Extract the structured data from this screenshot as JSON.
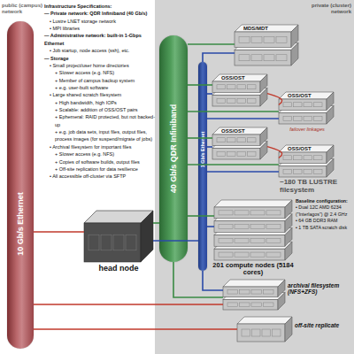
{
  "diagram": {
    "nodes": [
      {
        "text": [
          "public (campus) network"
        ]
      },
      {
        "text": [
          "10 Gb/s Ethernet"
        ],
        "in": 0
      },
      {
        "text": [
          "head node"
        ],
        "in": 0
      },
      {
        "text": [
          "private (cluster) network"
        ]
      },
      {
        "text": [
          "40 Gb/s QDR Infiniband"
        ],
        "in": 3
      },
      {
        "text": [
          "1 Gb/s Ethernet"
        ],
        "in": 3
      },
      {
        "text": [
          "MDS/MDT"
        ],
        "in": 3
      },
      {
        "text": [
          "OSS/OST"
        ],
        "in": 3
      },
      {
        "text": [
          "OSS/OST"
        ],
        "in": 3
      },
      {
        "text": [
          "OSS/OST"
        ],
        "in": 3
      },
      {
        "text": [
          "OSS/OST"
        ],
        "in": 3
      },
      {
        "text": [
          "201 compute nodes (5184 cores)"
        ],
        "in": 3
      },
      {
        "text": [
          "archival filesystem (NFS+ZFS)"
        ],
        "in": 3
      },
      {
        "text": [
          "off-site replicate"
        ],
        "in": 3
      }
    ],
    "edges": [
      {
        "from": 2,
        "to": 1,
        "arrow": "none"
      },
      {
        "from": 2,
        "to": 4,
        "arrow": "none"
      },
      {
        "from": 2,
        "to": 5,
        "arrow": "none"
      },
      {
        "from": 6,
        "to": 4,
        "arrow": "none"
      },
      {
        "from": 6,
        "to": 5,
        "arrow": "none"
      },
      {
        "from": 7,
        "to": 4,
        "arrow": "none"
      },
      {
        "from": 7,
        "to": 5,
        "arrow": "none"
      },
      {
        "from": 8,
        "to": 4,
        "arrow": "none"
      },
      {
        "from": 8,
        "to": 5,
        "arrow": "none"
      },
      {
        "from": 9,
        "to": 4,
        "arrow": "none"
      },
      {
        "from": 9,
        "to": 5,
        "arrow": "none"
      },
      {
        "from": 10,
        "to": 4,
        "arrow": "none"
      },
      {
        "from": 10,
        "to": 5,
        "arrow": "none"
      },
      {
        "from": 11,
        "to": 4,
        "arrow": "none"
      },
      {
        "from": 11,
        "to": 5,
        "arrow": "none"
      },
      {
        "from": 12,
        "to": 1,
        "arrow": "none"
      },
      {
        "from": 12,
        "to": 4,
        "arrow": "none"
      },
      {
        "from": 12,
        "to": 5,
        "arrow": "none"
      },
      {
        "from": 13,
        "to": 1,
        "arrow": "none"
      },
      {
        "from": 7,
        "to": 8,
        "label": "failover linkages",
        "arrow": "none"
      },
      {
        "from": 9,
        "to": 10,
        "arrow": "none"
      }
    ],
    "labels": [
      "Infrastructure Specifications:",
      "— Private network: QDR Infiniband (40 Gb/s)",
      "• Lustre LNET storage network",
      "• MPI libraries",
      "— Administrative network: built-in 1-Gbps Ethernet",
      "• Job startup, node access (ssh), etc.",
      "— Storage",
      "• Small project/user home directories",
      "+ Slower access (e.g. NFS)",
      "+ Member of campus backup system",
      "+ e.g. user-built software",
      "• Large shared scratch filesystem",
      "+ High bandwidth, high IOPs",
      "+ Scalable: addition of OSS/OST pairs",
      "+ Ephemeral: RAID protected, but not backed-up",
      "+ e.g. job data sets, input files, output files, process images (for suspend/migrate of jobs)",
      "• Archival filesystem for important files",
      "+ Slower access (e.g. NFS)",
      "+ Copies of software builds, output files",
      "+ Off-site replication for data resilience",
      "• All accessible off-cluster via SFTP",
      "~180 TB LUSTRE filesystem",
      "Baseline configuration:",
      "• Dual 12C AMD 6234 (\"Interlagos\") @ 2.4 GHz",
      "• 64 GB DDR3 RAM",
      "• 1 TB SATA scratch disk"
    ]
  }
}
